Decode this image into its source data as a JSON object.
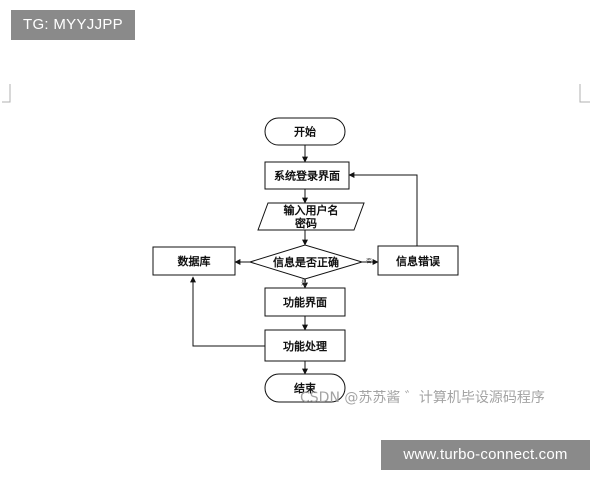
{
  "header": {
    "tag": "TG: MYYJJPP"
  },
  "footer": {
    "site": "www.turbo-connect.com"
  },
  "watermark": "CSDN @苏苏酱   ゛计算机毕设源码程序",
  "flowchart": {
    "start": "开始",
    "login": "系统登录界面",
    "input_line1": "输入用户名",
    "input_line2": "密码",
    "decision": "信息是否正确",
    "database": "数据库",
    "error": "信息错误",
    "function_ui": "功能界面",
    "function_proc": "功能处理",
    "end": "结束",
    "yes_label": "是",
    "no_label": "否"
  },
  "colors": {
    "banner": "#8a8a8a",
    "stroke": "#111111"
  }
}
